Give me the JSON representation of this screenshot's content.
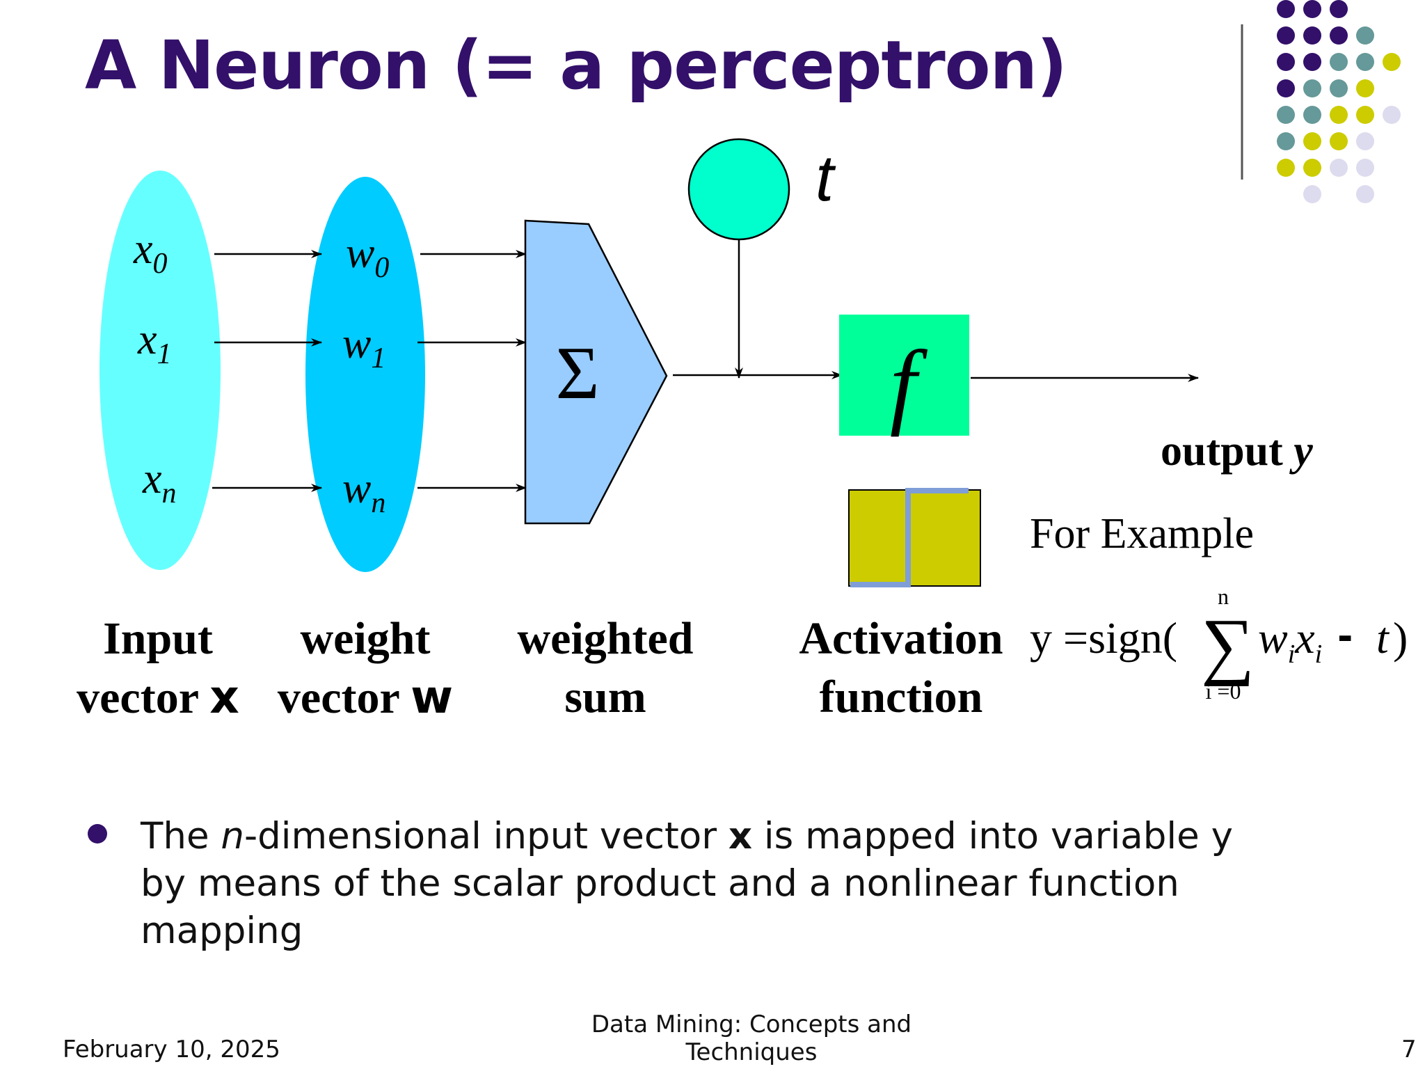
{
  "slide": {
    "title": "A  Neuron (= a perceptron)",
    "bullet": {
      "text_before": "The ",
      "italic": "n",
      "text_mid": "-dimensional input vector ",
      "bold": "x",
      "text_after": " is mapped into variable y by means of the scalar product and a nonlinear function mapping"
    },
    "footer": {
      "date": "February 10, 2025",
      "course_line1": "Data Mining: Concepts and",
      "course_line2": "Techniques",
      "page": "7"
    }
  },
  "diagram": {
    "inputs": [
      {
        "var": "x",
        "sub": "0"
      },
      {
        "var": "x",
        "sub": "1"
      },
      {
        "var": "x",
        "sub": "n"
      }
    ],
    "weights": [
      {
        "var": "w",
        "sub": "0"
      },
      {
        "var": "w",
        "sub": "1"
      },
      {
        "var": "w",
        "sub": "n"
      }
    ],
    "sum_symbol": "Σ",
    "threshold_label": "t",
    "activation_symbol": "f",
    "output_label_bold": "output ",
    "output_var": "y",
    "for_example": "For Example",
    "formula": {
      "lhs": "y =sign(",
      "sigma": "∑",
      "upper": "n",
      "lower": "i =0",
      "term_w": "w",
      "term_x": "x",
      "sub_i": "i",
      "minus": "-",
      "t": "t",
      "close": ")"
    },
    "labels": {
      "input_line1": "Input",
      "input_line2": "vector ",
      "input_sym": "x",
      "weight_line1": "weight",
      "weight_line2": "vector ",
      "weight_sym": "w",
      "sum_line1": "weighted",
      "sum_line2": "sum",
      "act_line1": "Activation",
      "act_line2": "function"
    }
  },
  "colors": {
    "title": "#33106a",
    "input_ellipse": "#66ffff",
    "weight_ellipse": "#00ccff",
    "sum_shape": "#99ccff",
    "threshold_circle": "#00ffcc",
    "activation_box": "#00ff99",
    "step_box": "#cccc00",
    "step_line": "#7f9ed8",
    "dot_purple": "#33106a",
    "dot_teal": "#669999",
    "dot_yellow": "#cccc00",
    "dot_lavender": "#dddbee"
  }
}
